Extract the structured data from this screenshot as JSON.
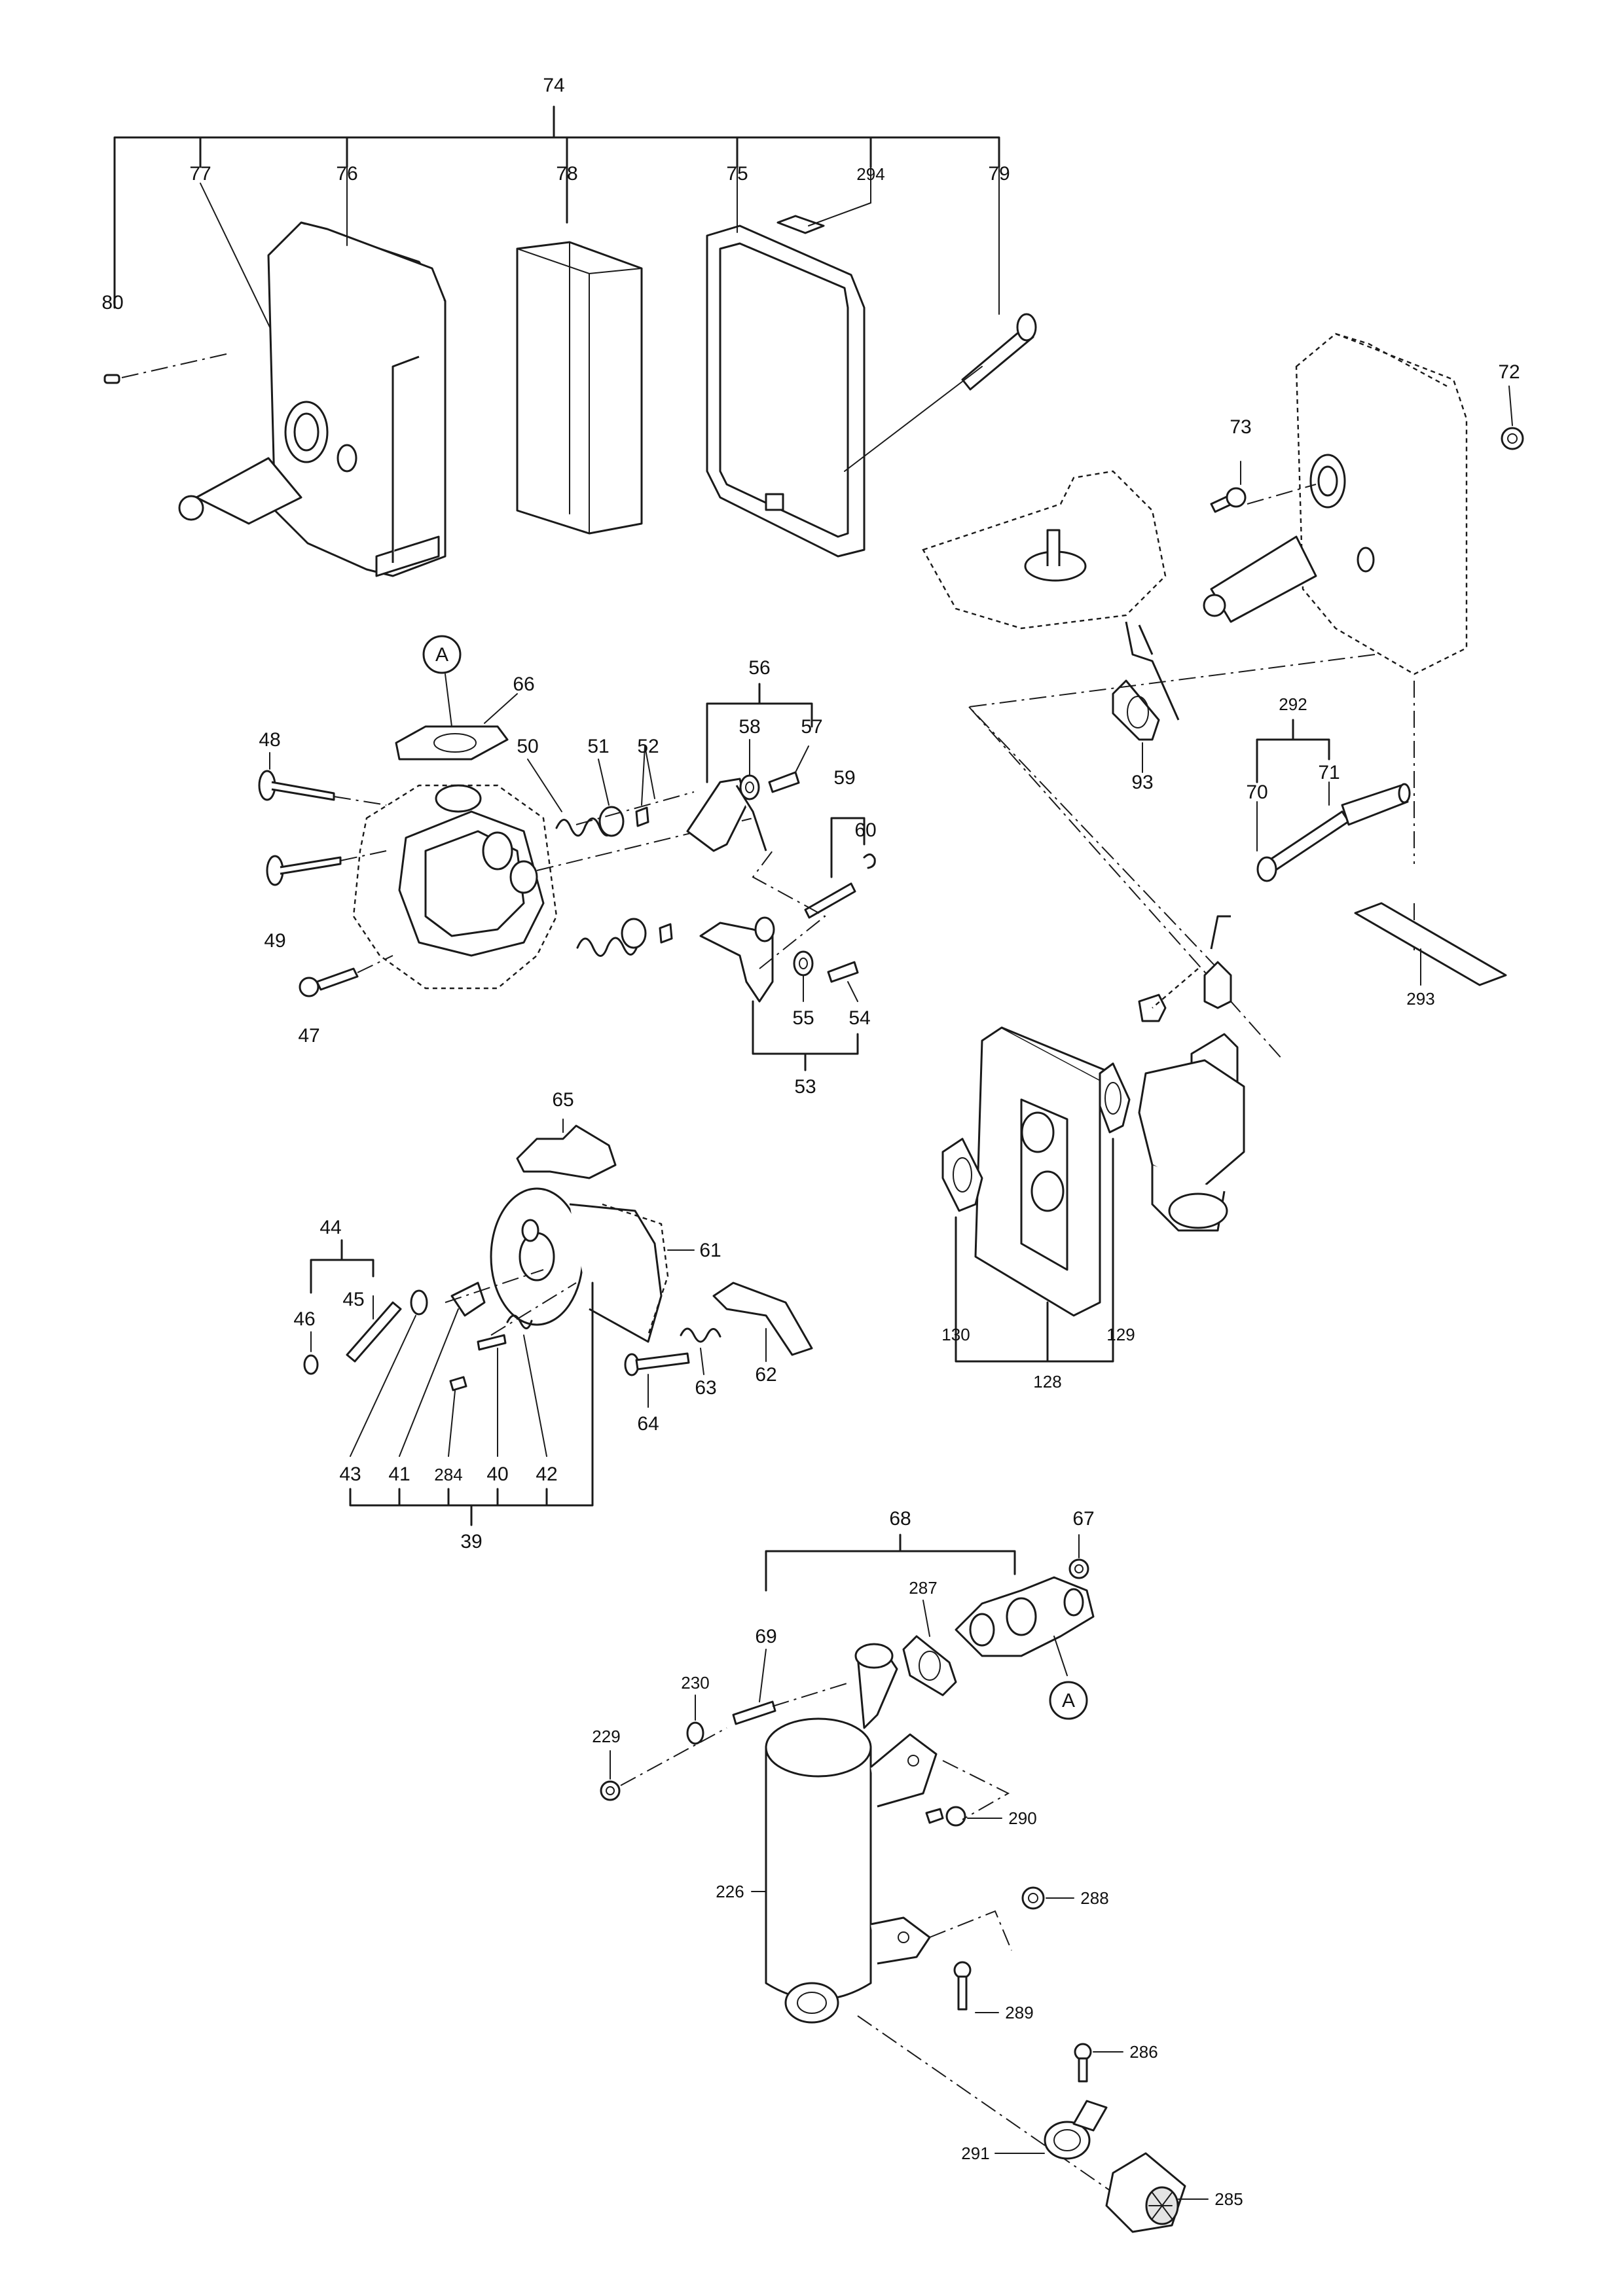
{
  "labels": {
    "p74": "74",
    "p77": "77",
    "p76": "76",
    "p78": "78",
    "p75": "75",
    "p294": "294",
    "p79": "79",
    "p80": "80",
    "p72": "72",
    "p73": "73",
    "circA1": "A",
    "p66": "66",
    "p56": "56",
    "p58": "58",
    "p57": "57",
    "p48": "48",
    "p50": "50",
    "p51": "51",
    "p52": "52",
    "p59": "59",
    "p60": "60",
    "p49": "49",
    "p47": "47",
    "p55": "55",
    "p54": "54",
    "p53": "53",
    "p93": "93",
    "p292": "292",
    "p70": "70",
    "p71": "71",
    "p293": "293",
    "p65": "65",
    "p61": "61",
    "p44": "44",
    "p45": "45",
    "p46": "46",
    "p62": "62",
    "p63": "63",
    "p64": "64",
    "p43": "43",
    "p41": "41",
    "p284": "284",
    "p40": "40",
    "p42": "42",
    "p39": "39",
    "p130": "130",
    "p129": "129",
    "p128": "128",
    "p68": "68",
    "p67": "67",
    "p287": "287",
    "p69": "69",
    "p230": "230",
    "p229": "229",
    "circA2": "A",
    "p290": "290",
    "p226": "226",
    "p288": "288",
    "p289": "289",
    "p286": "286",
    "p291": "291",
    "p285": "285"
  }
}
